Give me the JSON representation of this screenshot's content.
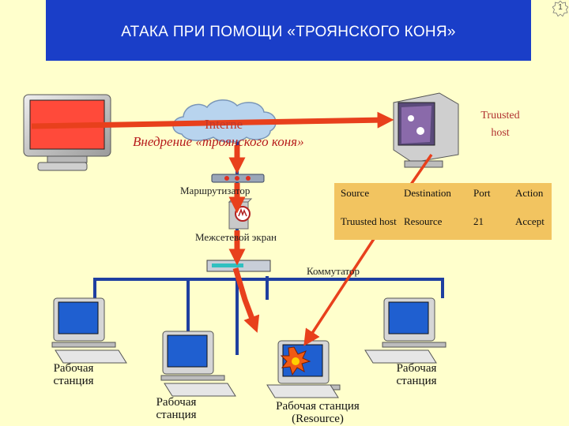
{
  "slide": {
    "title": "АТАКА ПРИ ПОМОЩИ «ТРОЯНСКОГО КОНЯ»",
    "page_number": "1"
  },
  "network": {
    "internet_label": "Interne",
    "injection_label": "Внедрение «троянского коня»",
    "router_label": "Маршрутизатор",
    "firewall_label": "Межсетевой экран",
    "switch_label": "Коммутатор",
    "trusted_host_label": "Truusted host"
  },
  "rule_table": {
    "headers": [
      "Source",
      "Destination",
      "Port",
      "Action"
    ],
    "row": [
      "Truusted host",
      "Resource",
      "21",
      "Accept"
    ]
  },
  "workstations": [
    {
      "label": "Рабочая станция"
    },
    {
      "label": "Рабочая станция"
    },
    {
      "label": "Рабочая станция (Resource)"
    },
    {
      "label": "Рабочая станция"
    }
  ],
  "colors": {
    "header_bg": "#1a3ec8",
    "slide_bg": "#ffffcc",
    "arrow_red": "#e8401c",
    "cable_blue": "#1e3fa0",
    "table_bg": "#f2c460"
  }
}
